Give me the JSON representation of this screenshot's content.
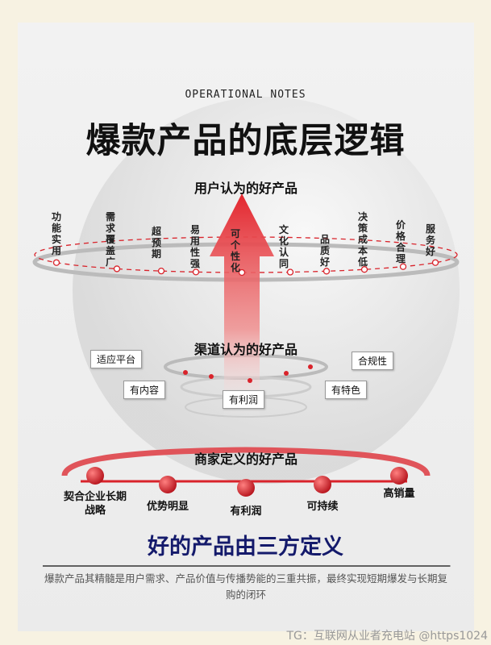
{
  "header": {
    "subtitle": "OPERATIONAL NOTES",
    "title": "爆款产品的底层逻辑"
  },
  "user_level": {
    "heading": "用户认为的好产品",
    "items": [
      "功能实用",
      "需求覆盖广",
      "超预期",
      "易用性强",
      "可个性化",
      "文化认同",
      "品质好",
      "决策成本低",
      "价格合理",
      "服务好"
    ]
  },
  "channel_level": {
    "heading": "渠道认为的好产品",
    "items": [
      "适应平台",
      "有内容",
      "有利润",
      "有特色",
      "合规性"
    ]
  },
  "merchant_level": {
    "heading": "商家定义的好产品",
    "items": [
      "契合企业长期战略",
      "优势明显",
      "有利润",
      "可持续",
      "高销量"
    ]
  },
  "conclusion": "好的产品由三方定义",
  "description": "爆款产品其精髓是用户需求、产品价值与传播势能的三重共振，最终实现短期爆发与长期复购的闭环",
  "watermark": "TG：互联网从业者充电站 @https1024",
  "colors": {
    "accent": "#d9232b",
    "conclusion": "#141a6b",
    "background": "#f7f2e2"
  }
}
